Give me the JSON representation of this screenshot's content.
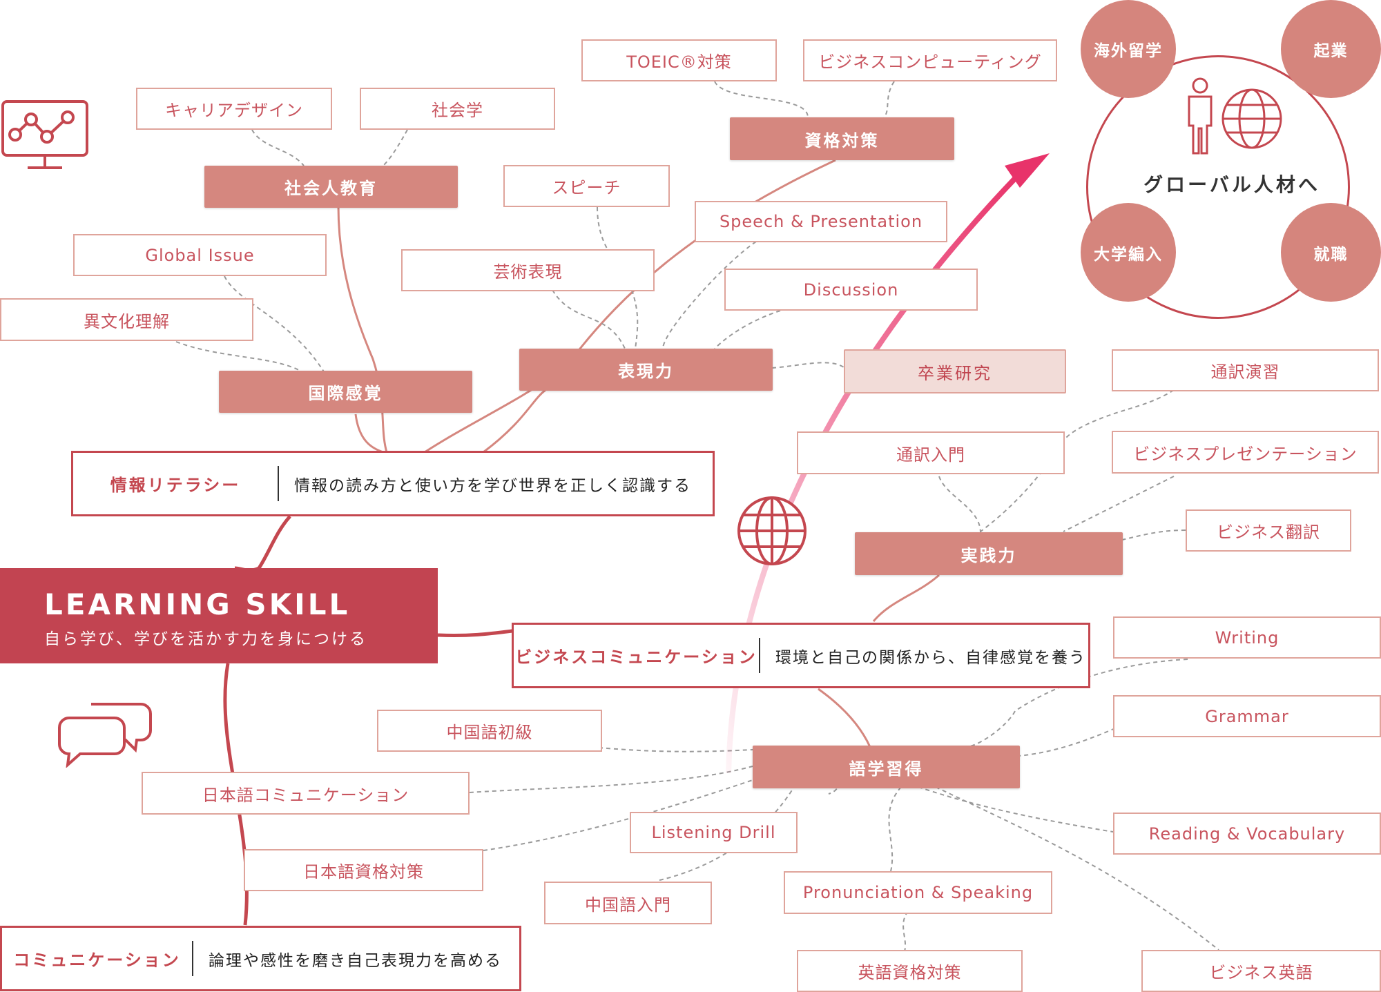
{
  "main": {
    "title": "LEARNING SKILL",
    "subtitle": "自ら学び、学びを活かす力を身につける"
  },
  "branches": {
    "info_literacy": {
      "title": "情報リテラシー",
      "desc": "情報の読み方と使い方を学び世界を正しく認識する"
    },
    "business_comm": {
      "title": "ビジネスコミュニケーション",
      "desc": "環境と自己の関係から、自律感覚を養う"
    },
    "communication": {
      "title": "コミュニケーション",
      "desc": "論理や感性を磨き自己表現力を高める"
    }
  },
  "hubs": {
    "social_education": "社会人教育",
    "intl_sense": "国際感覚",
    "expression": "表現力",
    "certification": "資格対策",
    "graduation": "卒業研究",
    "practice": "実践力",
    "language": "語学習得"
  },
  "leaves": {
    "career": "キャリアデザイン",
    "sociology": "社会学",
    "global_issue": "Global Issue",
    "intercultural": "異文化理解",
    "speech_jp": "スピーチ",
    "art": "芸術表現",
    "toeic": "TOEIC®対策",
    "biz_computing": "ビジネスコンピューティング",
    "speech_pres": "Speech & Presentation",
    "discussion": "Discussion",
    "interp_intro": "通訳入門",
    "interp_exercise": "通訳演習",
    "biz_pres": "ビジネスプレゼンテーション",
    "biz_translation": "ビジネス翻訳",
    "writing": "Writing",
    "grammar": "Grammar",
    "chinese_elem": "中国語初級",
    "jp_comm": "日本語コミュニケーション",
    "jp_cert": "日本語資格対策",
    "listening": "Listening Drill",
    "chinese_intro": "中国語入門",
    "pronunciation": "Pronunciation & Speaking",
    "english_cert": "英語資格対策",
    "reading": "Reading & Vocabulary",
    "biz_english": "ビジネス英語"
  },
  "goal": {
    "title": "グローバル人材へ",
    "items": [
      "海外留学",
      "起業",
      "大学編入",
      "就職"
    ]
  },
  "icons": [
    "monitor-chart-icon",
    "chat-bubbles-icon",
    "globe-icon",
    "person-globe-icon",
    "arrow-icon"
  ],
  "colors": {
    "primary": "#c24451",
    "hub": "#d5877f",
    "line": "#dfa49b",
    "arrow": "#e8336a"
  }
}
